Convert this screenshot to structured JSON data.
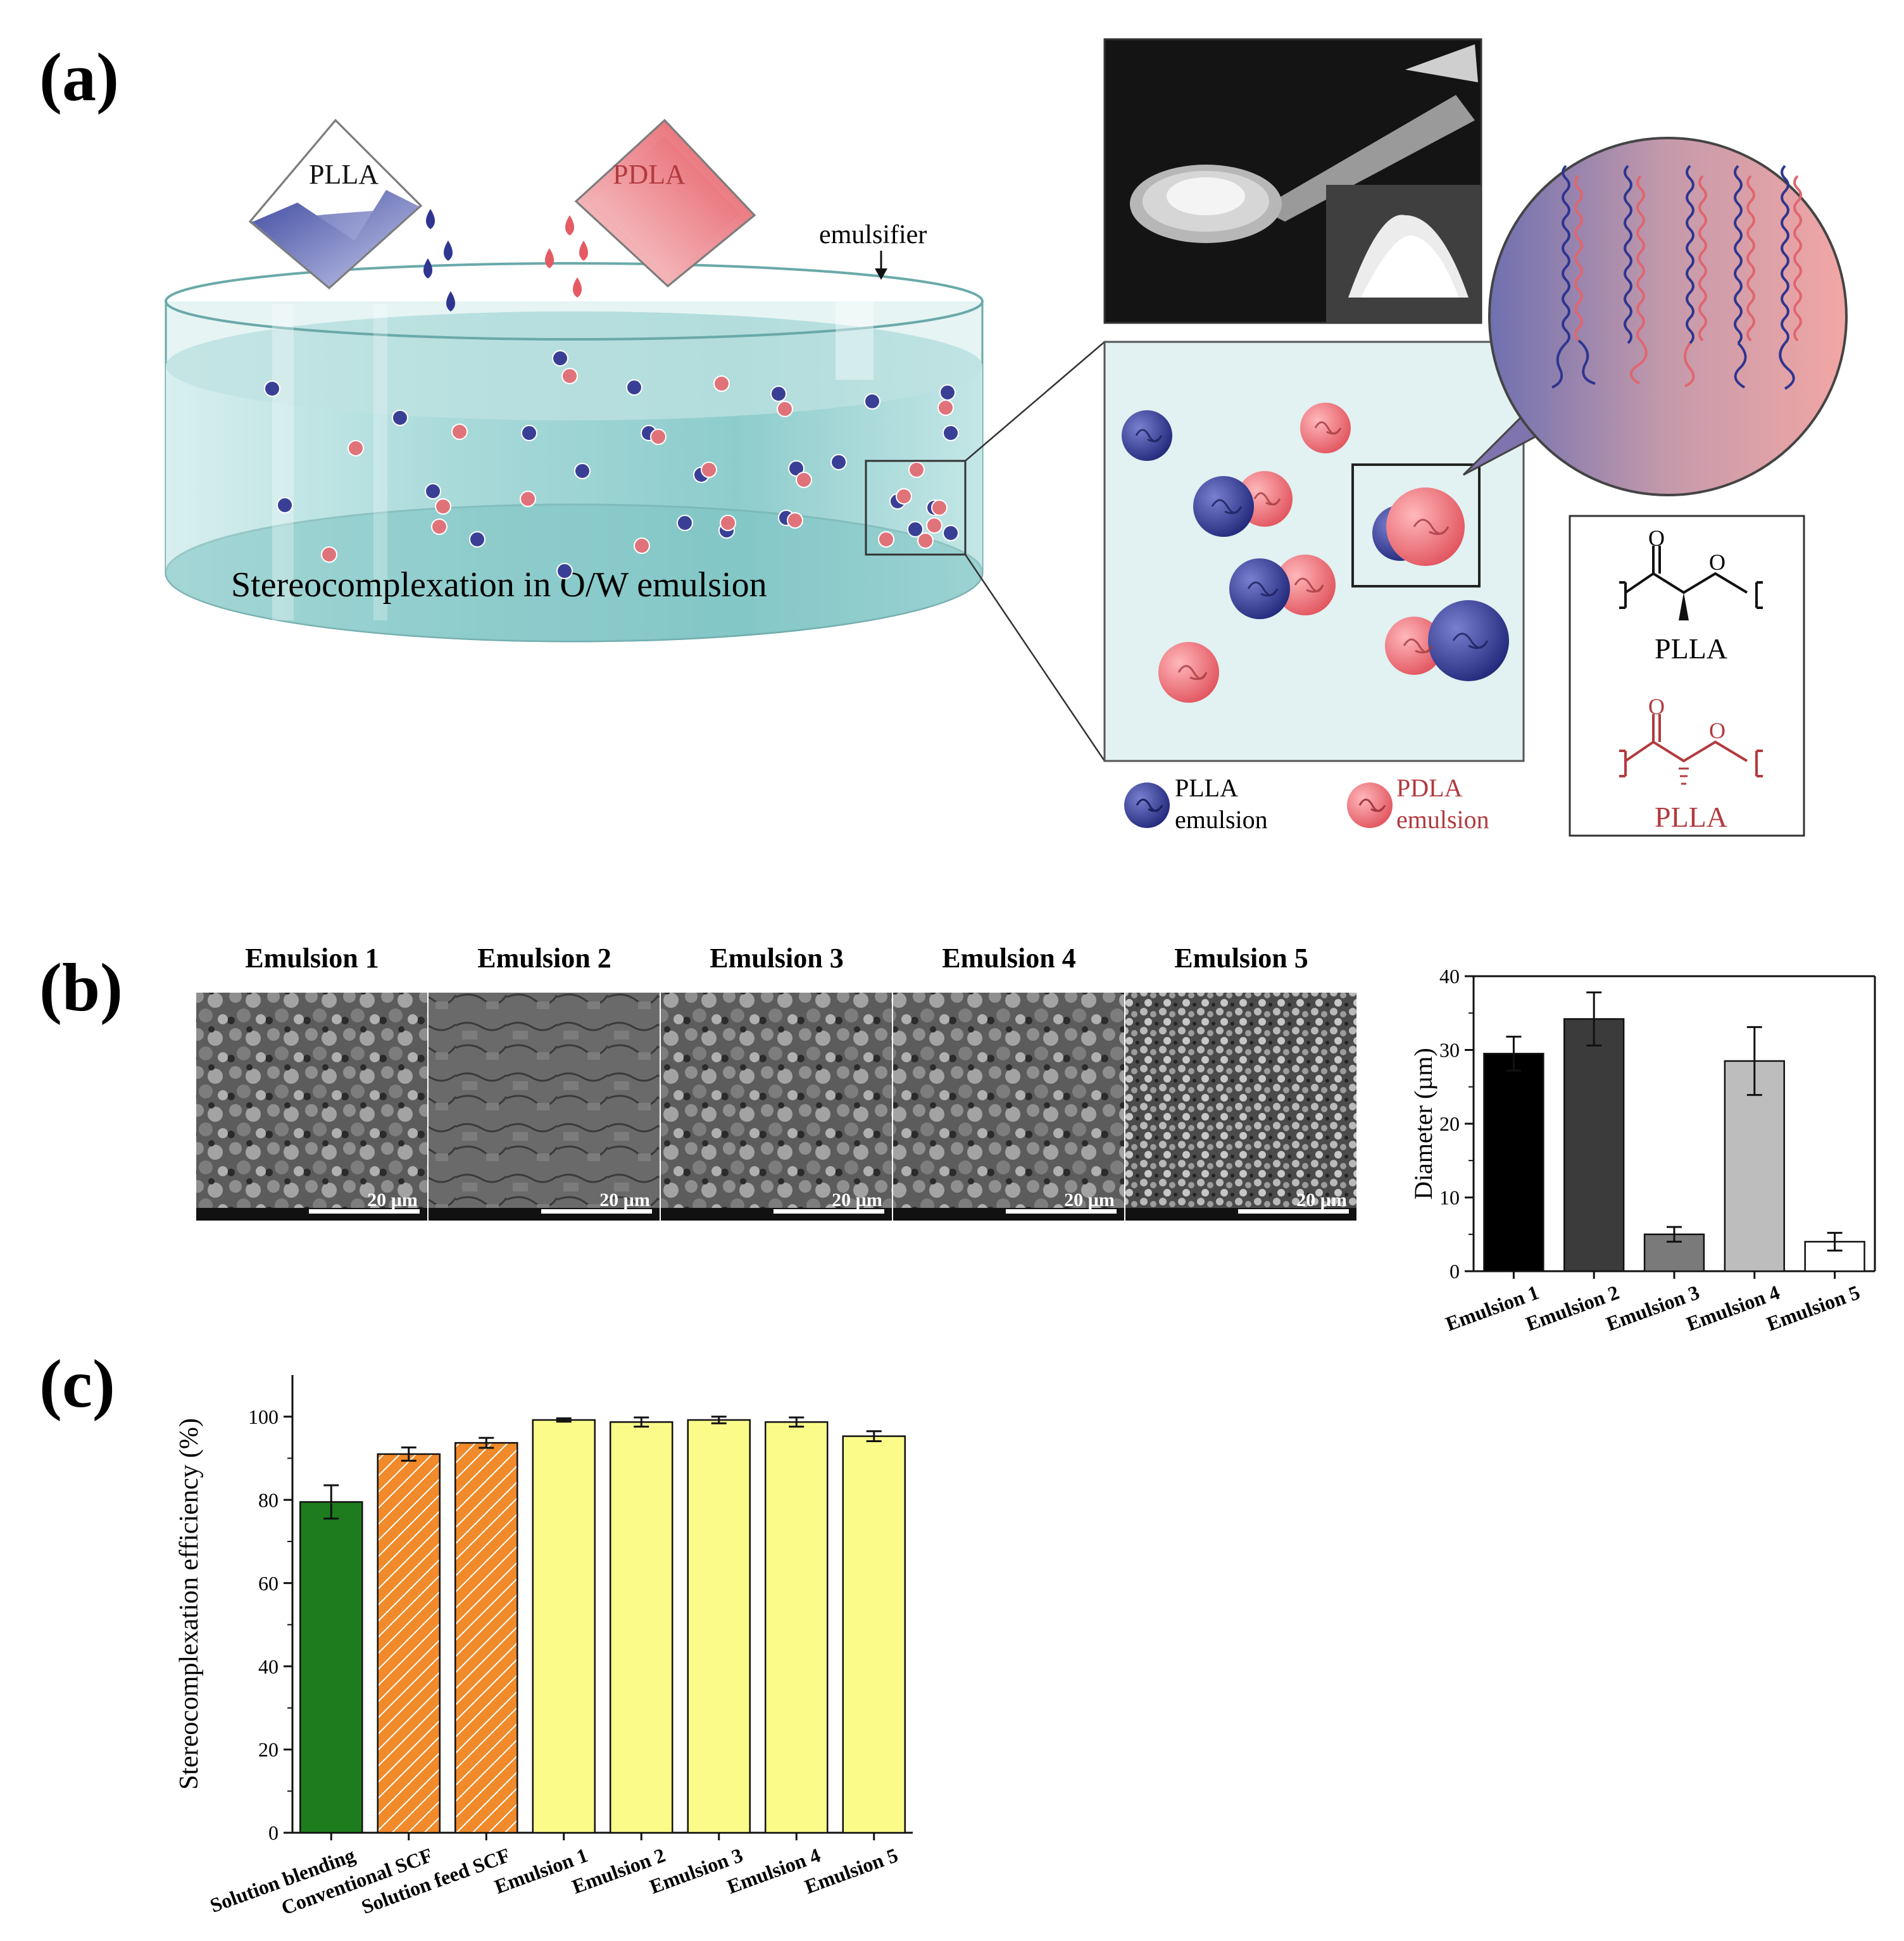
{
  "panel_a": {
    "letter": "(a)",
    "beaker_left_label": "PLLA",
    "beaker_right_label": "PDLA",
    "emulsifier_label": "emulsifier",
    "dish_caption": "Stereocomplexation in O/W emulsion",
    "legend_plla_line1": "PLLA",
    "legend_plla_line2": "emulsion",
    "legend_pdla_line1": "PDLA",
    "legend_pdla_line2": "emulsion",
    "structure_top_label": "PLLA",
    "structure_bottom_label": "PLLA",
    "structure_atom_O": "O",
    "colors": {
      "plla_blue": "#3a3f96",
      "pdla_red": "#e0737a",
      "water": "#9fd3d3",
      "dark_red": "#b23a3e"
    }
  },
  "panel_b": {
    "letter": "(b)",
    "sem_titles": [
      "Emulsion 1",
      "Emulsion 2",
      "Emulsion 3",
      "Emulsion 4",
      "Emulsion 5"
    ],
    "scale_label": "20 µm"
  },
  "panel_c": {
    "letter": "(c)"
  },
  "chart_data": [
    {
      "type": "bar",
      "ylabel": "Diameter (µm)",
      "xlabel": "",
      "ylim": [
        0,
        40
      ],
      "yticks": [
        0,
        10,
        20,
        30,
        40
      ],
      "categories": [
        "Emulsion 1",
        "Emulsion 2",
        "Emulsion 3",
        "Emulsion 4",
        "Emulsion 5"
      ],
      "values": [
        29.5,
        34.2,
        5.0,
        28.5,
        4.0
      ],
      "errors": [
        2.3,
        3.6,
        1.0,
        4.6,
        1.2
      ],
      "colors": [
        "#000000",
        "#3b3b3b",
        "#7a7a7a",
        "#bdbdbd",
        "#ffffff"
      ]
    },
    {
      "type": "bar",
      "ylabel": "Stereocomplexation efficiency (%)",
      "xlabel": "",
      "ylim": [
        0,
        110
      ],
      "yticks": [
        0,
        20,
        40,
        60,
        80,
        100
      ],
      "categories": [
        "Solution blending",
        "Conventional SCF",
        "Solution feed SCF",
        "Emulsion 1",
        "Emulsion 2",
        "Emulsion 3",
        "Emulsion 4",
        "Emulsion 5"
      ],
      "values": [
        79.5,
        91.0,
        93.7,
        99.2,
        98.7,
        99.2,
        98.7,
        95.3
      ],
      "errors": [
        4.0,
        1.6,
        1.2,
        0.4,
        1.1,
        0.8,
        1.1,
        1.2
      ],
      "colors": [
        "#1e7c1e",
        "#f08a2a",
        "#f08a2a",
        "#fbfb8a",
        "#fbfb8a",
        "#fbfb8a",
        "#fbfb8a",
        "#fbfb8a"
      ],
      "hatched": [
        false,
        true,
        true,
        false,
        false,
        false,
        false,
        false
      ]
    }
  ]
}
